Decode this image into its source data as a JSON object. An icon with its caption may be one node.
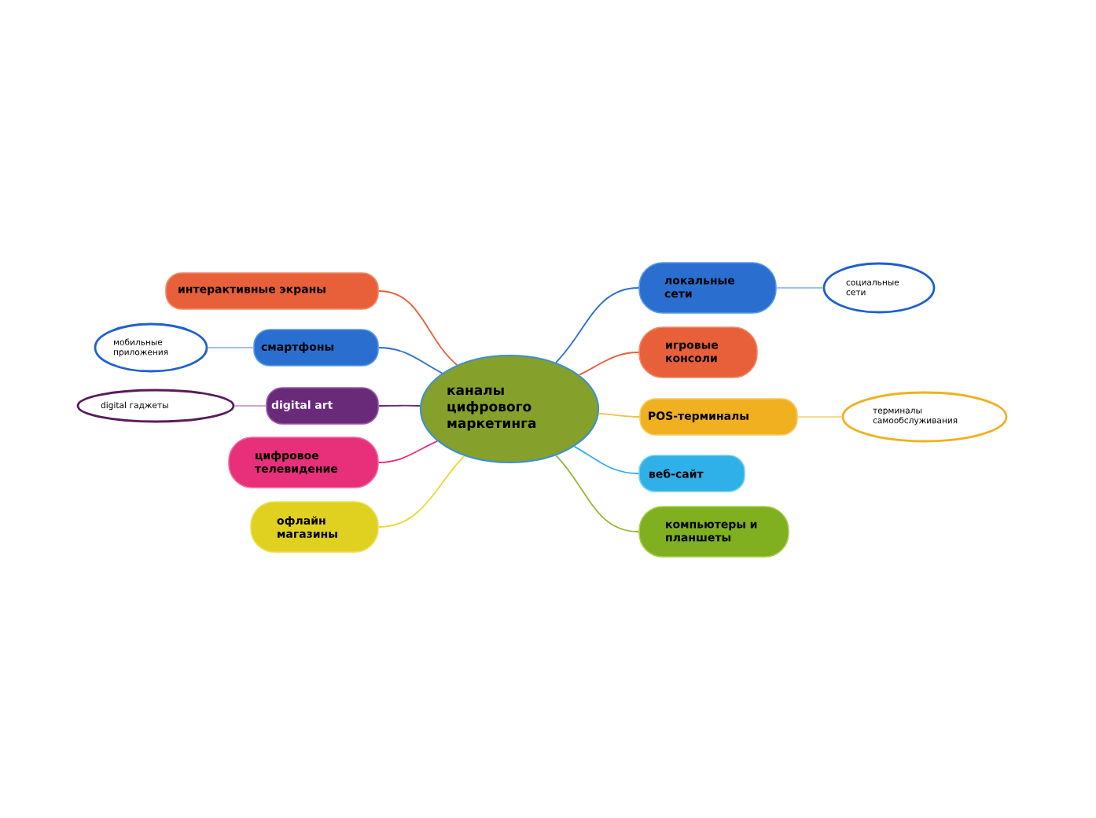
{
  "diagram": {
    "nodes": [
      {
        "text": [
          "каналы цифрового маркетинга"
        ]
      },
      {
        "text": [
          "интерактивные экраны"
        ]
      },
      {
        "text": [
          "смартфоны"
        ]
      },
      {
        "text": [
          "мобильные приложения"
        ]
      },
      {
        "text": [
          "digital art"
        ]
      },
      {
        "text": [
          "digital гаджеты"
        ]
      },
      {
        "text": [
          "цифровое телевидение"
        ]
      },
      {
        "text": [
          "офлайн магазины"
        ]
      },
      {
        "text": [
          "локальные сети"
        ]
      },
      {
        "text": [
          "социальные сети"
        ]
      },
      {
        "text": [
          "игровые консоли"
        ]
      },
      {
        "text": [
          "POS-терминалы"
        ]
      },
      {
        "text": [
          "терминалы самообслуживания"
        ]
      },
      {
        "text": [
          "веб-сайт"
        ]
      },
      {
        "text": [
          "компьютеры и планшеты"
        ]
      }
    ],
    "edges": [
      {
        "from": 0,
        "to": 1,
        "arrow": "none",
        "color": "#e8603a"
      },
      {
        "from": 0,
        "to": 2,
        "arrow": "none",
        "color": "#2a6fd0"
      },
      {
        "from": 2,
        "to": 3,
        "arrow": "none",
        "color": "#9fbfef"
      },
      {
        "from": 0,
        "to": 4,
        "arrow": "none",
        "color": "#6a2a7a"
      },
      {
        "from": 4,
        "to": 5,
        "arrow": "none",
        "color": "#c8a8d0"
      },
      {
        "from": 0,
        "to": 6,
        "arrow": "none",
        "color": "#e8307a"
      },
      {
        "from": 0,
        "to": 7,
        "arrow": "none",
        "color": "#e8d830"
      },
      {
        "from": 0,
        "to": 8,
        "arrow": "none",
        "color": "#2a6fd0"
      },
      {
        "from": 8,
        "to": 9,
        "arrow": "none",
        "color": "#9fbfef"
      },
      {
        "from": 0,
        "to": 10,
        "arrow": "none",
        "color": "#e8603a"
      },
      {
        "from": 0,
        "to": 11,
        "arrow": "none",
        "color": "#f0c040"
      },
      {
        "from": 11,
        "to": 12,
        "arrow": "none",
        "color": "#f8d890"
      },
      {
        "from": 0,
        "to": 13,
        "arrow": "none",
        "color": "#30b0e8"
      },
      {
        "from": 0,
        "to": 14,
        "arrow": "none",
        "color": "#90b830"
      }
    ]
  }
}
